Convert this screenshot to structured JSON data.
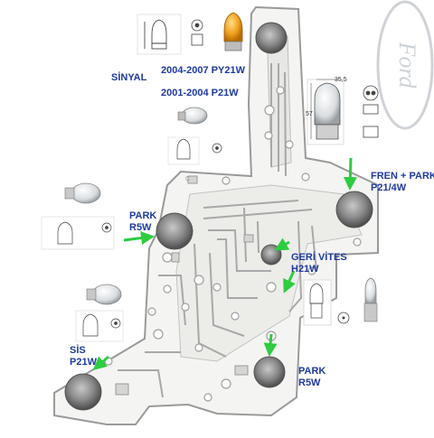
{
  "labels": {
    "sinyal": "SİNYAL",
    "sinyal_py21w": "2004-2007 PY21W",
    "sinyal_p21w": "2001-2004 P21W",
    "fren_park_title": "FREN + PARK",
    "fren_park_bulb": "P21/4W",
    "park_left_title": "PARK",
    "park_left_bulb": "R5W",
    "geri_vites_title": "GERİ VİTES",
    "geri_vites_bulb": "H21W",
    "sis_title": "SİS",
    "sis_bulb": "P21W",
    "park_bottom_title": "PARK",
    "park_bottom_bulb": "R5W"
  },
  "brand": {
    "logo_text": "Ford"
  },
  "diagram_texts": {
    "dim_top": "35,5",
    "dim_side": "57"
  },
  "colors": {
    "label_blue": "#1f3aa0",
    "arrow_green": "#2ecc40",
    "board_white": "#f4f4f2",
    "board_edge": "#9a9a9a",
    "socket_grey": "#6e6e6e",
    "amber_bulb": "#f0a020"
  },
  "icons": {
    "sinyal": "orange-bulb-icon",
    "fren": "dual-filament-bulb-icon",
    "park": "small-wedge-bulb-icon",
    "geri": "h21w-bulb-icon",
    "sis": "p21w-bulb-icon"
  }
}
